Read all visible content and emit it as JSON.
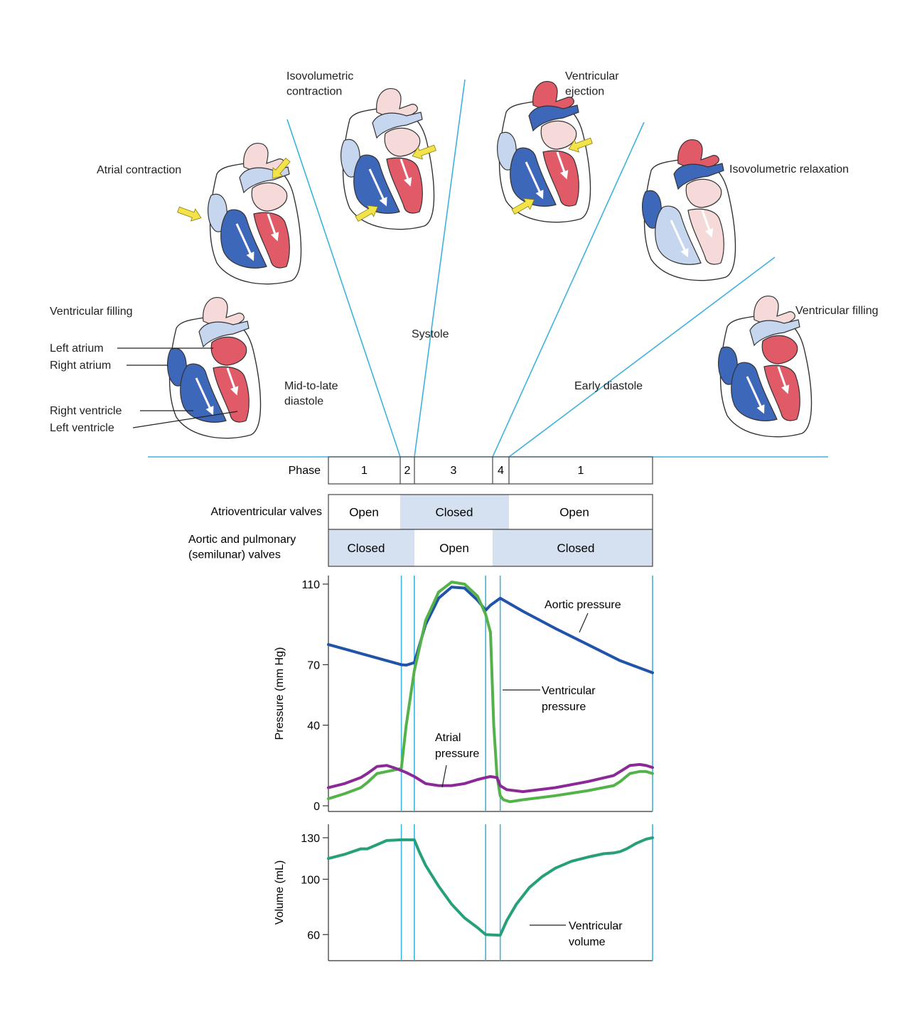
{
  "colors": {
    "divider": "#3fb2dc",
    "blood_oxygenated": "#e05a67",
    "blood_deoxygenated": "#3d67b8",
    "tissue_pale_blue": "#c6d6ee",
    "tissue_pale_red": "#f6dada",
    "valve_closed_fill": "#d5e0f0",
    "aortic_pressure": "#2154a8",
    "ventricular_pressure": "#54b24a",
    "atrial_pressure": "#8b2a97",
    "ventricular_volume": "#26a07a",
    "arrow_yellow": "#f2e34a"
  },
  "hearts": [
    {
      "id": "filling_mid",
      "label": "Ventricular filling",
      "state": "filling",
      "arrows": []
    },
    {
      "id": "atrial_contraction",
      "label": "Atrial contraction",
      "state": "atrial",
      "arrows": [
        "yellow-arrow",
        "yellow-arrow"
      ]
    },
    {
      "id": "isovolumetric_contraction",
      "label": "Isovolumetric\ncontraction",
      "state": "isocontraction",
      "arrows": [
        "yellow-arrow",
        "yellow-arrow"
      ]
    },
    {
      "id": "ventricular_ejection",
      "label": "Ventricular\nejection",
      "state": "ejection",
      "arrows": [
        "yellow-arrow",
        "yellow-arrow"
      ]
    },
    {
      "id": "isovolumetric_relaxation",
      "label": "Isovolumetric relaxation",
      "state": "relaxation",
      "arrows": []
    },
    {
      "id": "filling_early",
      "label": "Ventricular filling",
      "state": "filling",
      "arrows": []
    }
  ],
  "anatomy_labels": [
    "Left atrium",
    "Right atrium",
    "Right ventricle",
    "Left ventricle"
  ],
  "region_labels": {
    "mid_late": "Mid-to-late\ndiastole",
    "systole": "Systole",
    "early": "Early diastole"
  },
  "phase_table": {
    "label": "Phase",
    "phases": [
      "1",
      "2",
      "3",
      "4",
      "1"
    ]
  },
  "valve_table": {
    "av_label": "Atrioventricular valves",
    "semilunar_label": "Aortic and pulmonary\n(semilunar) valves",
    "av_states": [
      "Open",
      "Closed",
      "Open"
    ],
    "semilunar_states": [
      "Closed",
      "Open",
      "Closed"
    ]
  },
  "chart_data": [
    {
      "type": "line",
      "ylabel": "Pressure (mm Hg)",
      "xlabel": "",
      "yticks": [
        0,
        40,
        70,
        110
      ],
      "ylim": [
        0,
        110
      ],
      "xlim": [
        0,
        100
      ],
      "phase_boundaries": [
        22.5,
        26.5,
        48.5,
        53
      ],
      "series": [
        {
          "name": "Aortic pressure",
          "color": "#2154a8",
          "x": [
            0,
            22.5,
            24,
            26.5,
            30,
            34,
            38,
            42,
            46,
            48.5,
            50,
            53,
            60,
            70,
            80,
            90,
            100
          ],
          "y": [
            80,
            70,
            69.8,
            71,
            90,
            103,
            108.5,
            108,
            102,
            97,
            99.5,
            103,
            96.5,
            88,
            80,
            72,
            66
          ]
        },
        {
          "name": "Ventricular pressure",
          "color": "#54b24a",
          "x": [
            0,
            5,
            10,
            12,
            15,
            18,
            22.5,
            24,
            26.5,
            30,
            34,
            38,
            42,
            46,
            48.5,
            50,
            51,
            52,
            53,
            54,
            56,
            60,
            70,
            80,
            88,
            90,
            93,
            96,
            98,
            100
          ],
          "y": [
            3.5,
            6,
            9,
            11.5,
            16,
            17,
            18.5,
            40,
            67,
            92,
            106,
            111,
            110,
            104,
            95,
            86,
            40,
            15,
            5,
            3,
            2,
            3,
            5,
            7.5,
            10,
            12,
            16,
            17,
            17,
            16
          ]
        },
        {
          "name": "Atrial pressure",
          "color": "#8b2a97",
          "x": [
            0,
            5,
            10,
            12,
            15,
            18,
            20,
            22.5,
            24,
            26.5,
            30,
            34,
            38,
            42,
            46,
            48.5,
            50,
            52,
            53,
            55,
            60,
            70,
            80,
            88,
            90,
            93,
            96,
            98,
            100
          ],
          "y": [
            9,
            11,
            14,
            16,
            19.5,
            20,
            19,
            17.5,
            16.5,
            14.5,
            11,
            10,
            10,
            11,
            13,
            14,
            14.5,
            14,
            10,
            8,
            7,
            9,
            12,
            15,
            17,
            20,
            20.5,
            20,
            19
          ]
        }
      ],
      "annotations": [
        "Aortic pressure",
        "Ventricular\npressure",
        "Atrial\npressure"
      ]
    },
    {
      "type": "line",
      "ylabel": "Volume (mL)",
      "xlabel": "",
      "yticks": [
        60,
        100,
        130
      ],
      "ylim": [
        55,
        130
      ],
      "xlim": [
        0,
        100
      ],
      "series": [
        {
          "name": "Ventricular volume",
          "color": "#26a07a",
          "x": [
            0,
            5,
            10,
            12,
            15,
            18,
            22.5,
            26.5,
            28,
            30,
            34,
            38,
            42,
            46,
            48.5,
            53,
            55,
            58,
            62,
            66,
            70,
            75,
            80,
            85,
            88,
            90,
            92,
            95,
            98,
            100
          ],
          "y": [
            115,
            118,
            122,
            122,
            125,
            128,
            128.5,
            128.5,
            120,
            110,
            95,
            82,
            72,
            65,
            60,
            59.5,
            70,
            82,
            94,
            102,
            108,
            113,
            116,
            118.5,
            119,
            120,
            122,
            126,
            129,
            130
          ]
        }
      ],
      "annotations": [
        "Ventricular\nvolume"
      ]
    }
  ]
}
